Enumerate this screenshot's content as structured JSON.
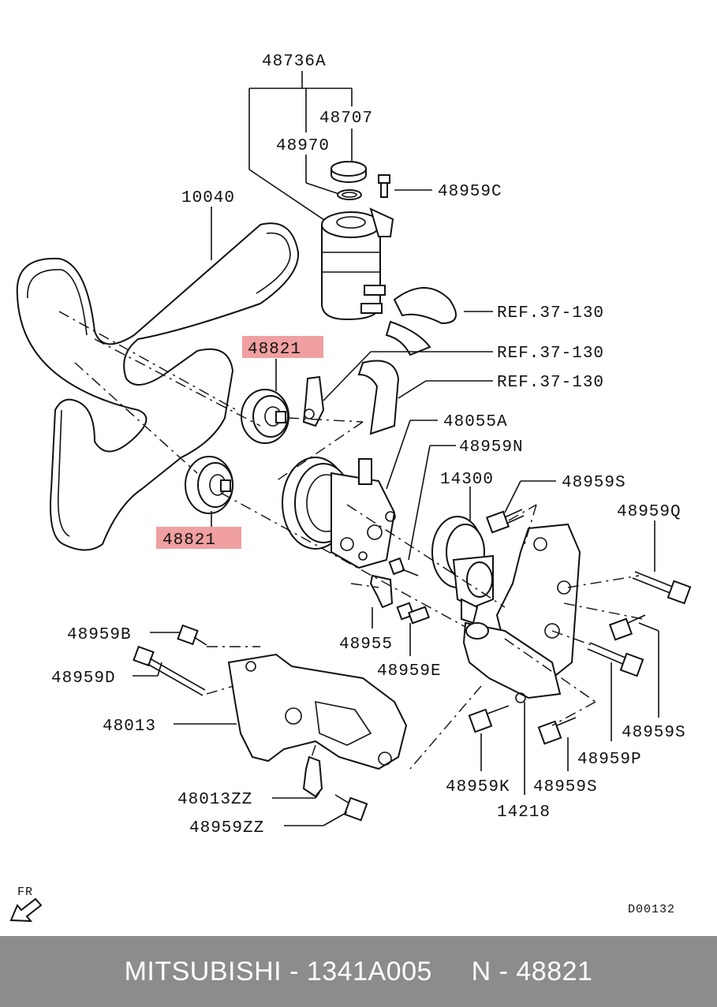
{
  "labels": {
    "l48736A": "48736A",
    "l48707": "48707",
    "l48970": "48970",
    "l48959C": "48959C",
    "l10040": "10040",
    "ref1": "REF.37-130",
    "ref2": "REF.37-130",
    "ref3": "REF.37-130",
    "l48821a": "48821",
    "l48821b": "48821",
    "l48055A": "48055A",
    "l48959N": "48959N",
    "l14300": "14300",
    "l48959S_top": "48959S",
    "l48959Q": "48959Q",
    "l48959B": "48959B",
    "l48959D": "48959D",
    "l48955": "48955",
    "l48959E": "48959E",
    "l48013": "48013",
    "l48959S_right": "48959S",
    "l48959P": "48959P",
    "l48959K": "48959K",
    "l48959S_bottom": "48959S",
    "l14218": "14218",
    "l48013ZZ": "48013ZZ",
    "l48959ZZ": "48959ZZ",
    "fr": "FR",
    "code": "D00132"
  },
  "highlight_color": "#f0a0a0",
  "footer": {
    "text": "MITSUBISHI - 1341A005     N - 48821"
  }
}
